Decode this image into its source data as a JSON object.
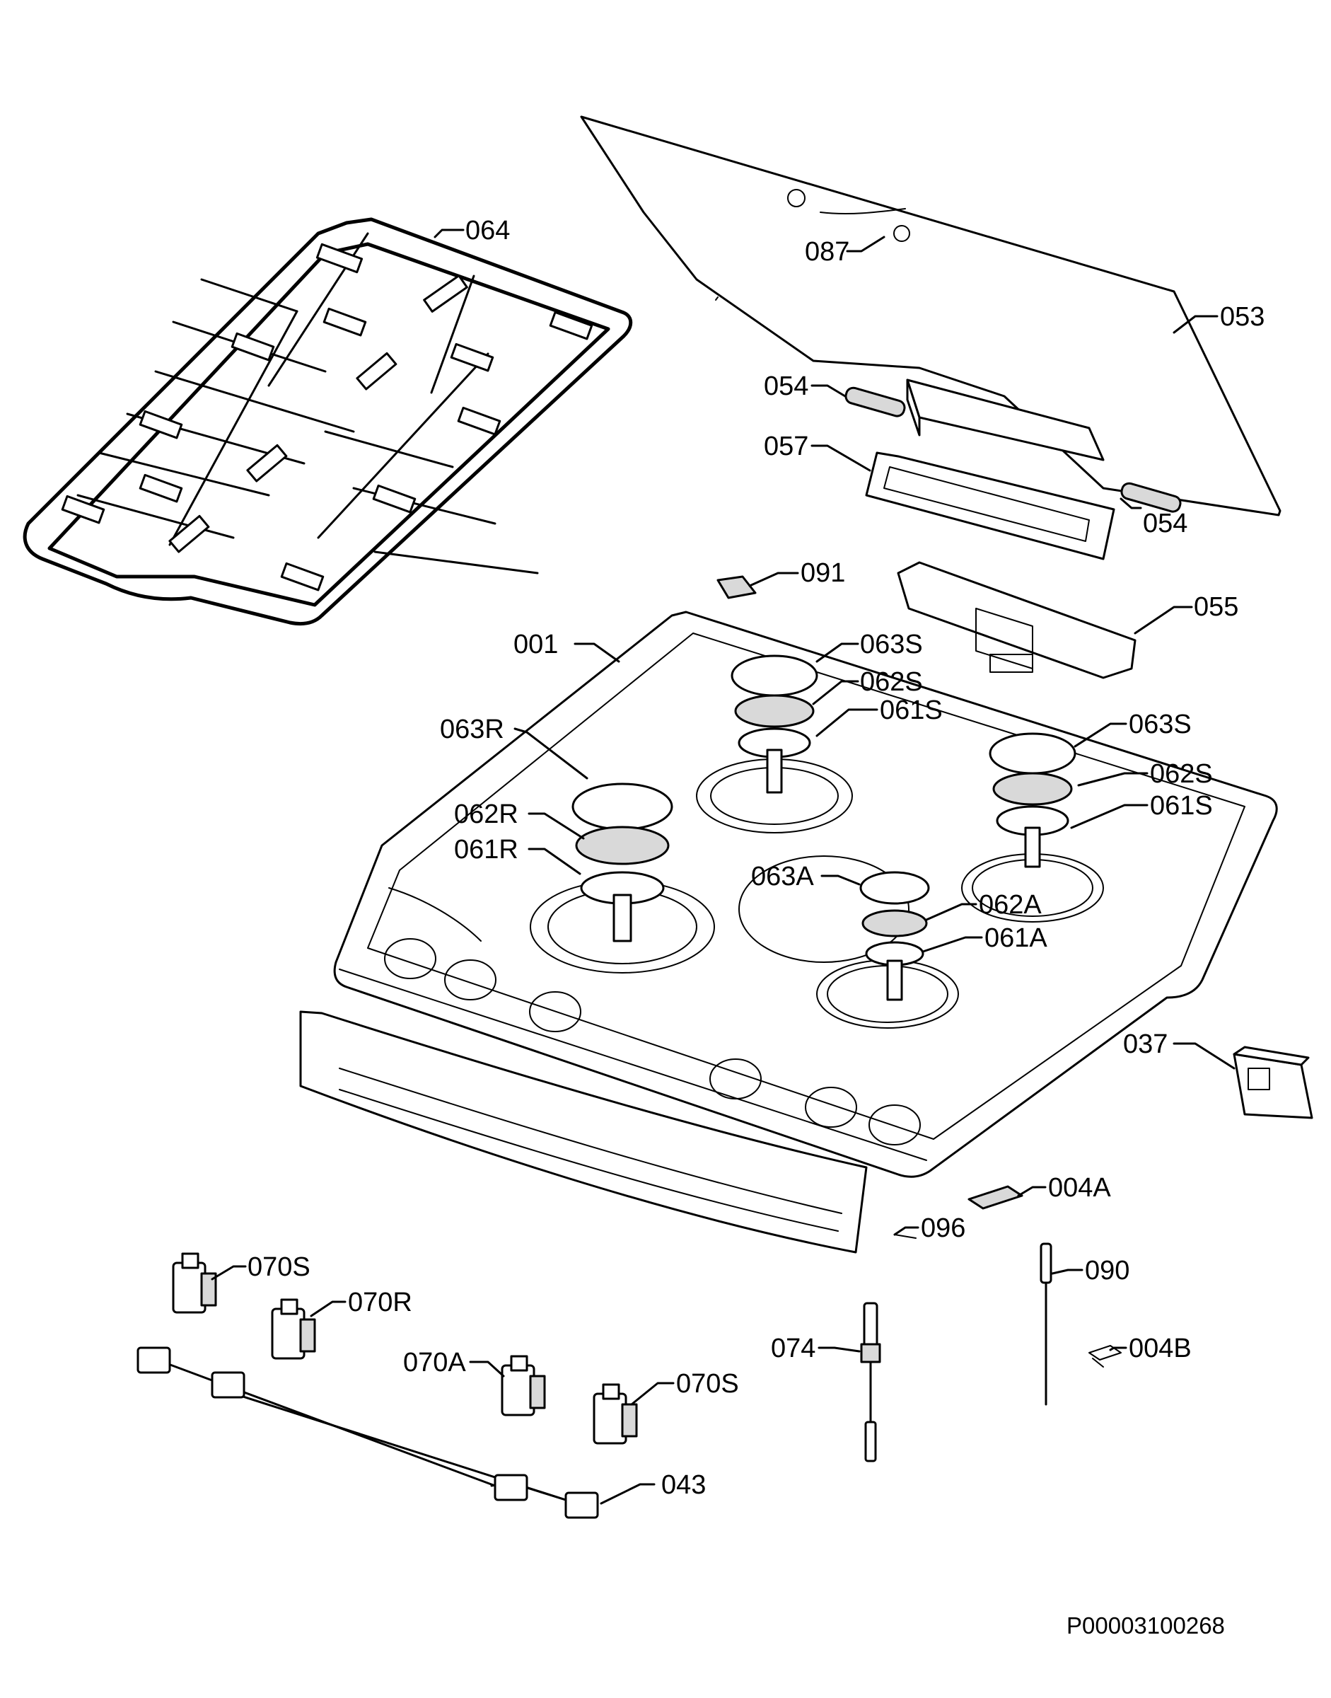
{
  "diagram": {
    "reference_code": "P00003100268",
    "callouts": [
      {
        "id": "064",
        "text": "064"
      },
      {
        "id": "087",
        "text": "087"
      },
      {
        "id": "053",
        "text": "053"
      },
      {
        "id": "054a",
        "text": "054"
      },
      {
        "id": "054b",
        "text": "054"
      },
      {
        "id": "057",
        "text": "057"
      },
      {
        "id": "091",
        "text": "091"
      },
      {
        "id": "055",
        "text": "055"
      },
      {
        "id": "001",
        "text": "001"
      },
      {
        "id": "063S_a",
        "text": "063S"
      },
      {
        "id": "062S_a",
        "text": "062S"
      },
      {
        "id": "061S_a",
        "text": "061S"
      },
      {
        "id": "063R",
        "text": "063R"
      },
      {
        "id": "063S_b",
        "text": "063S"
      },
      {
        "id": "062S_b",
        "text": "062S"
      },
      {
        "id": "061S_b",
        "text": "061S"
      },
      {
        "id": "062R",
        "text": "062R"
      },
      {
        "id": "061R",
        "text": "061R"
      },
      {
        "id": "063A",
        "text": "063A"
      },
      {
        "id": "062A",
        "text": "062A"
      },
      {
        "id": "061A",
        "text": "061A"
      },
      {
        "id": "037",
        "text": "037"
      },
      {
        "id": "004A",
        "text": "004A"
      },
      {
        "id": "096",
        "text": "096"
      },
      {
        "id": "070S_a",
        "text": "070S"
      },
      {
        "id": "070R",
        "text": "070R"
      },
      {
        "id": "090",
        "text": "090"
      },
      {
        "id": "074",
        "text": "074"
      },
      {
        "id": "004B",
        "text": "004B"
      },
      {
        "id": "070A",
        "text": "070A"
      },
      {
        "id": "070S_b",
        "text": "070S"
      },
      {
        "id": "043",
        "text": "043"
      }
    ]
  }
}
